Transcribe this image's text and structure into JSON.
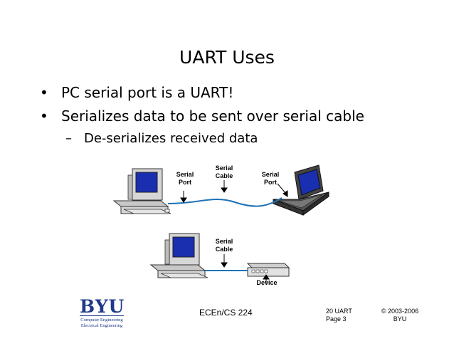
{
  "slide": {
    "title": "UART Uses",
    "bullets": [
      "PC serial port is a UART!",
      "Serializes data to be sent over serial cable"
    ],
    "sub_bullets": [
      "De-serializes received data"
    ],
    "bullet_marker": "•",
    "sub_marker": "–"
  },
  "diagram": {
    "label_serial_port_left": "Serial\nPort",
    "label_serial_cable_top": "Serial\nCable",
    "label_serial_port_right": "Serial\nPort",
    "label_serial_cable_bottom": "Serial\nCable",
    "label_device": "Device"
  },
  "logo": {
    "name": "BYU",
    "line1": "Computer Engineering",
    "line2": "Electrical Engineering",
    "color": "#1f3a8a"
  },
  "footer": {
    "course": "ECEn/CS 224",
    "section": "20 UART",
    "page": "Page 3",
    "copyright": "© 2003-2006",
    "owner": "BYU"
  },
  "colors": {
    "cable": "#1e72b8",
    "screen": "#1a2eb0",
    "case": "#d6d6d6"
  }
}
